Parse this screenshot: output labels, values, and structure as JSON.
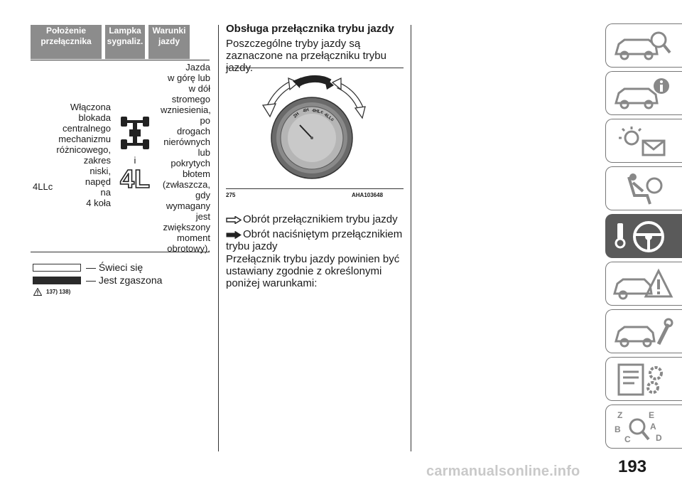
{
  "table": {
    "headers": [
      "Położenie\nprzełącznika",
      "Lampka\nsygnaliz.",
      "Warunki\njazdy"
    ],
    "mode": "4LLc",
    "state": "Włączona\nblokada\ncentralnego\nmechanizmu\nróżnicowego,\nzakres\nniski,\nnapęd\nna\n4 koła",
    "lamp_separator": "i",
    "lamp_symbol": "4L",
    "conditions": "Jazda\nw górę lub\nw dół\nstromego\nwzniesienia,\npo\ndrogach\nnierównych\nlub\npokrytych\nbłotem\n(zwłaszcza,\ngdy\nwymagany\njest\nzwiększony\nmoment\nobrotowy)."
  },
  "legend": {
    "on": "— Świeci się",
    "off": "— Jest zgaszona"
  },
  "refs": "137) 138)",
  "section": {
    "title": "Obsługa przełącznika trybu jazdy",
    "intro": "Poszczególne tryby jazdy są zaznaczone na przełączniku trybu jazdy.",
    "figure_number": "275",
    "figure_code": "AHA103648",
    "dial_labels": [
      "2H",
      "4H",
      "4HLc",
      "4LLc"
    ],
    "rotate_line": "Obrót przełącznikiem trybu jazdy",
    "press_line": "Obrót naciśniętym przełącznikiem trybu jazdy",
    "body": "Przełącznik trybu jazdy powinien być ustawiany zgodnie z określonymi poniżej warunkami:"
  },
  "tabs": [
    {
      "icon": "car-search-icon",
      "active": false
    },
    {
      "icon": "car-info-icon",
      "active": false
    },
    {
      "icon": "warning-lights-message-icon",
      "active": false
    },
    {
      "icon": "seat-airbag-icon",
      "active": false
    },
    {
      "icon": "steering-wheel-key-icon",
      "active": true
    },
    {
      "icon": "car-accident-warning-icon",
      "active": false
    },
    {
      "icon": "car-service-wrench-icon",
      "active": false
    },
    {
      "icon": "specs-gears-icon",
      "active": false
    },
    {
      "icon": "alphabetical-index-icon",
      "active": false
    }
  ],
  "page_number": "193",
  "watermark": "carmanualsonline.info"
}
